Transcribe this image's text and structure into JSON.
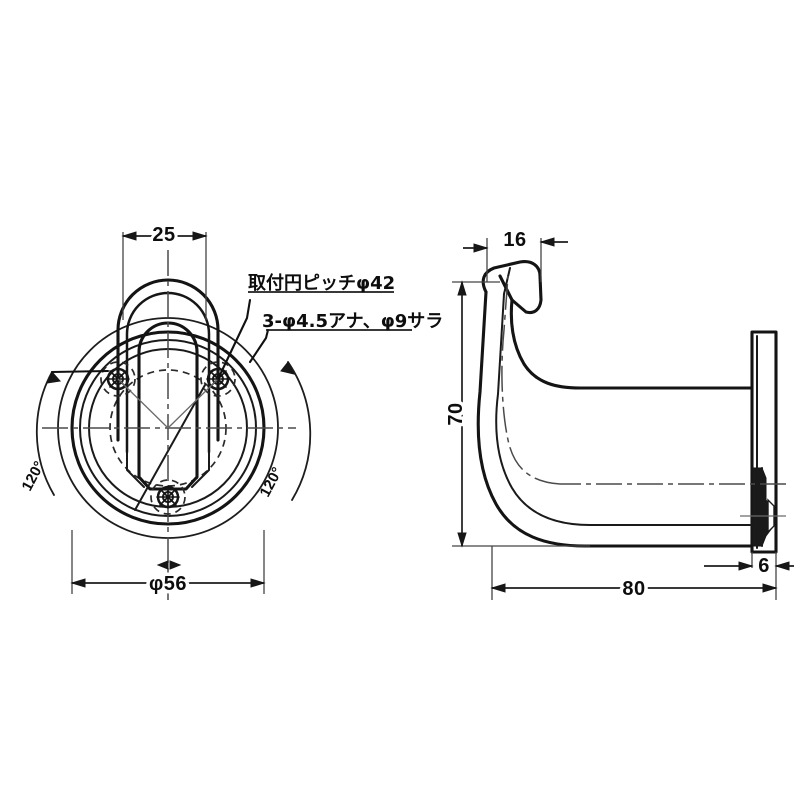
{
  "drawing": {
    "title": "Hook bracket mechanical drawing",
    "background_color": "#ffffff",
    "line_color": "#141414",
    "views": {
      "front": {
        "name": "front-view",
        "description": "Circular base plate front view with 3 countersunk mounting holes"
      },
      "side": {
        "name": "side-view",
        "description": "Hook profile side view with wall mounting plate"
      }
    },
    "dimensions": {
      "width_25": "25",
      "diameter_56": "φ56",
      "angle_left": "120°",
      "angle_right": "120°",
      "depth_16": "16",
      "height_70": "70",
      "length_80": "80",
      "thickness_6": "6"
    },
    "notes": {
      "pitch_circle": "取付円ピッチφ42",
      "holes": "3-φ4.5アナ、φ9サラ"
    }
  }
}
